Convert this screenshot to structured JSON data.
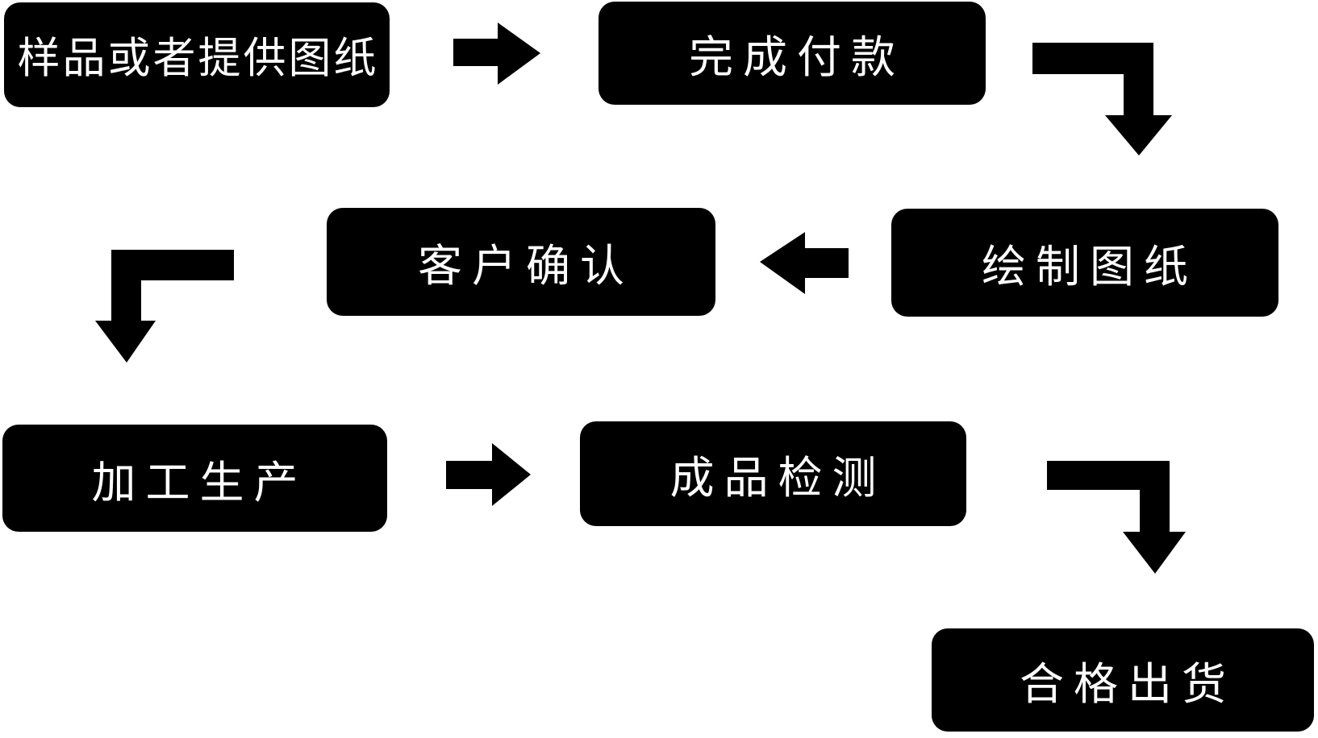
{
  "page": {
    "background_color": "#ffffff"
  },
  "flowchart": {
    "title": "production-process-flowchart",
    "node_bg_color": "#000000",
    "node_text_color": "#ffffff",
    "arrow_color": "#000000",
    "nodes": [
      {
        "id": "step-1",
        "label": "样品或者提供图纸"
      },
      {
        "id": "step-2",
        "label": "完成付款"
      },
      {
        "id": "step-3",
        "label": "绘制图纸"
      },
      {
        "id": "step-4",
        "label": "客户确认"
      },
      {
        "id": "step-5",
        "label": "加工生产"
      },
      {
        "id": "step-6",
        "label": "成品检测"
      },
      {
        "id": "step-7",
        "label": "合格出货"
      }
    ],
    "connectors": [
      {
        "from": "样品或者提供图纸",
        "to": "完成付款",
        "shape": "right"
      },
      {
        "from": "完成付款",
        "to": "绘制图纸",
        "shape": "right-then-down"
      },
      {
        "from": "绘制图纸",
        "to": "客户确认",
        "shape": "left"
      },
      {
        "from": "客户确认",
        "to": "加工生产",
        "shape": "left-then-down"
      },
      {
        "from": "加工生产",
        "to": "成品检测",
        "shape": "right"
      },
      {
        "from": "成品检测",
        "to": "合格出货",
        "shape": "right-then-down"
      }
    ]
  }
}
